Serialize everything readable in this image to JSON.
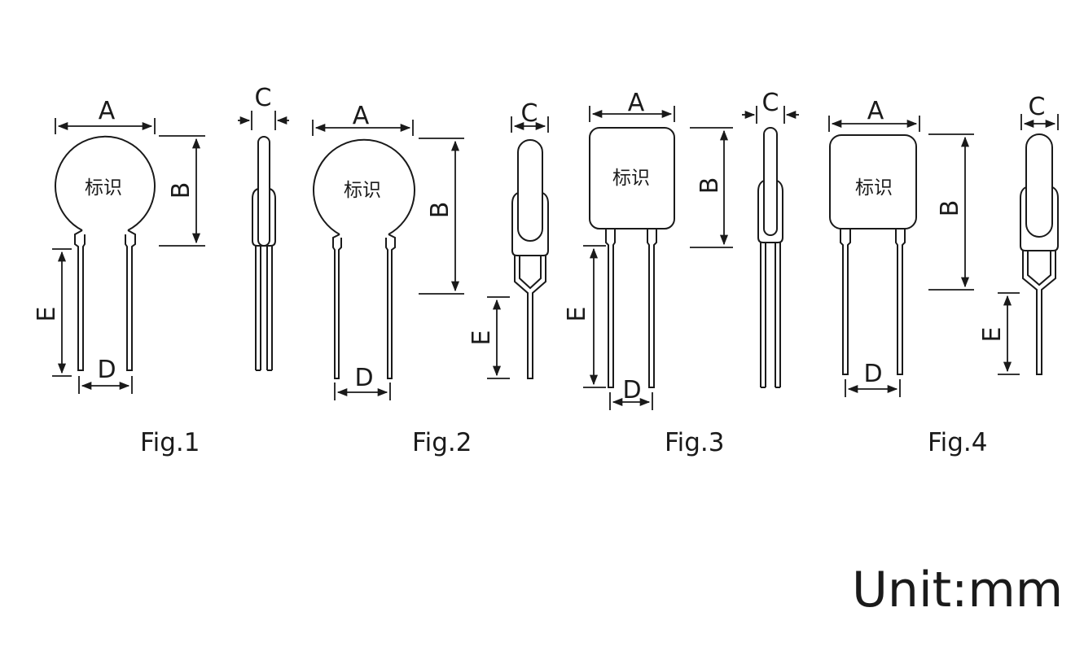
{
  "labels": {
    "a": "A",
    "b": "B",
    "c": "C",
    "d": "D",
    "e": "E",
    "marking": "标识"
  },
  "figures": [
    {
      "caption": "Fig.1"
    },
    {
      "caption": "Fig.2"
    },
    {
      "caption": "Fig.3"
    },
    {
      "caption": "Fig.4"
    }
  ],
  "unit": "Unit:mm"
}
